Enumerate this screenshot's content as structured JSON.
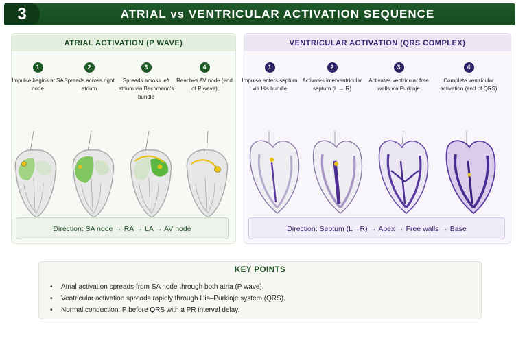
{
  "header": {
    "number": "3",
    "title": "ATRIAL vs VENTRICULAR ACTIVATION SEQUENCE"
  },
  "atrial": {
    "title": "ATRIAL ACTIVATION (P WAVE)",
    "steps": [
      {
        "num": "1",
        "text": "Impulse begins at SA node"
      },
      {
        "num": "2",
        "text": "Spreads across right atrium"
      },
      {
        "num": "3",
        "text": "Spreads across left atrium via Bachmann's bundle"
      },
      {
        "num": "4",
        "text": "Reaches AV node (end of P wave)"
      }
    ],
    "direction": "Direction:  SA node  →  RA  →  LA  →  AV node",
    "colors": {
      "accent": "#1b5a24",
      "activation": "#59b83a",
      "node": "#e8c21a"
    }
  },
  "ventricular": {
    "title": "VENTRICULAR ACTIVATION (QRS COMPLEX)",
    "steps": [
      {
        "num": "1",
        "text": "Impulse enters septum via His bundle"
      },
      {
        "num": "2",
        "text": "Activates interventricular septum (L → R)"
      },
      {
        "num": "3",
        "text": "Activates ventricular free walls via Purkinje"
      },
      {
        "num": "4",
        "text": "Complete ventricular activation (end of QRS)"
      }
    ],
    "direction": "Direction:  Septum (L→R)  →  Apex  →  Free walls  →  Base",
    "colors": {
      "accent": "#2c2466",
      "activation": "#5a3aa0"
    }
  },
  "key_points": {
    "title": "KEY POINTS",
    "items": [
      "Atrial activation spreads from SA node through both atria (P wave).",
      "Ventricular activation spreads rapidly through His–Purkinje system (QRS).",
      "Normal conduction: P before QRS with a PR interval delay."
    ]
  }
}
